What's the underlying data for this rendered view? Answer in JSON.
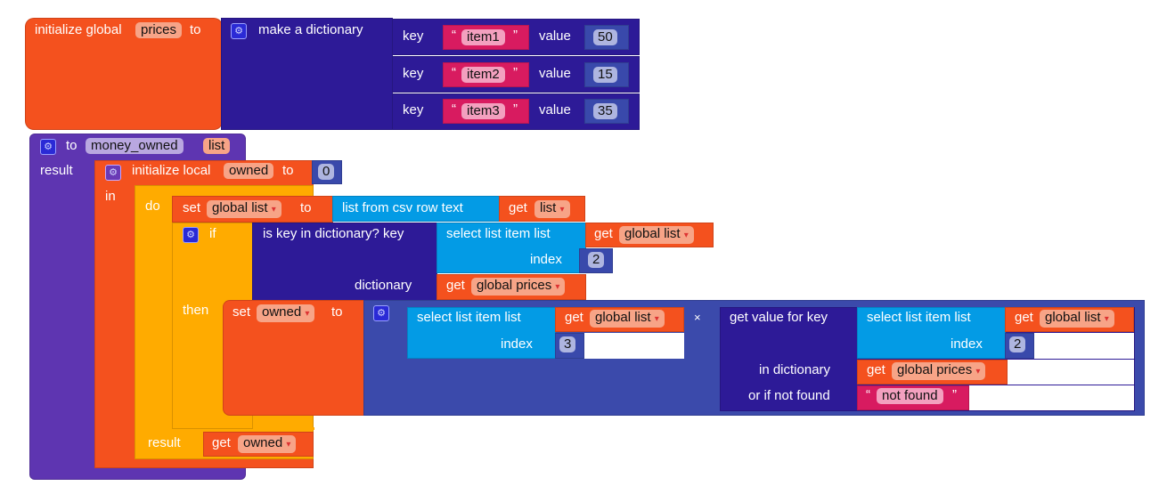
{
  "global_init": {
    "label": "initialize global",
    "name": "prices",
    "to": "to"
  },
  "dict": {
    "label": "make a dictionary",
    "pairs": [
      {
        "key_label": "key",
        "key": "item1",
        "value_label": "value",
        "value": "50"
      },
      {
        "key_label": "key",
        "key": "item2",
        "value_label": "value",
        "value": "15"
      },
      {
        "key_label": "key",
        "key": "item3",
        "value_label": "value",
        "value": "35"
      }
    ]
  },
  "quote_open": "“",
  "quote_close": "”",
  "procedure": {
    "to": "to",
    "name": "money_owned",
    "param": "list",
    "result": "result"
  },
  "local_init": {
    "label": "initialize local",
    "name": "owned",
    "to": "to",
    "value": "0",
    "in": "in"
  },
  "do_block": {
    "do": "do",
    "result": "result"
  },
  "set_global": {
    "set": "set",
    "var": "global list",
    "to": "to"
  },
  "csv": {
    "label": "list from csv row  text"
  },
  "get": "get",
  "vars": {
    "list": "list",
    "global_list": "global list",
    "global_prices": "global prices",
    "owned": "owned"
  },
  "if_block": {
    "if": "if",
    "then": "then"
  },
  "is_key": {
    "label": "is key in dictionary? key",
    "dictionary": "dictionary"
  },
  "select": {
    "label": "select list item  list",
    "index": "index",
    "index1": "2",
    "index2": "3",
    "index3": "2"
  },
  "set_owned": {
    "set": "set",
    "var": "owned",
    "to": "to"
  },
  "multiply": {
    "op": "×"
  },
  "get_value": {
    "label": "get value for key",
    "in_dict": "in dictionary",
    "not_found_label": "or if not found",
    "not_found": "not found"
  },
  "dropdown_arrow": "▾",
  "gear_icon": "⚙"
}
